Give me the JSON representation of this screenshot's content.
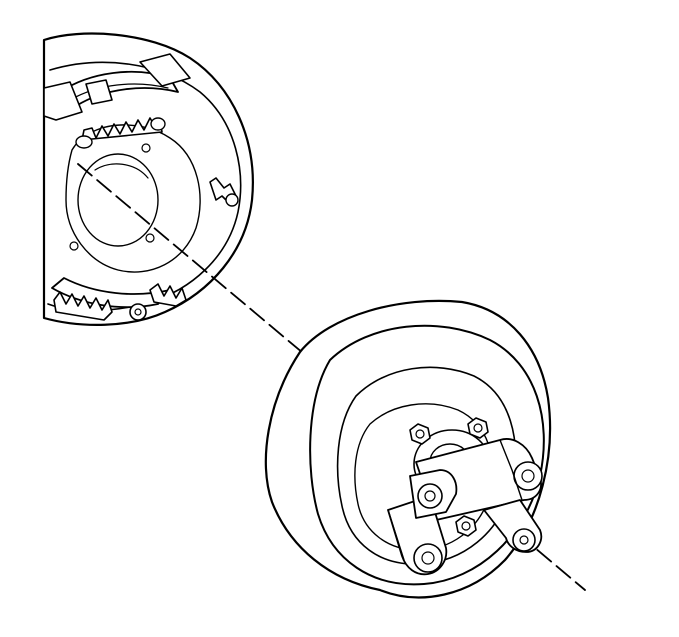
{
  "illustration": {
    "subject": "brake-drum-assembly-exploded-view",
    "components": [
      "brake-backing-plate-assembly",
      "brake-drum",
      "hub-with-lug-studs",
      "axle-centerline"
    ],
    "colors": {
      "ink": "#000000",
      "background": "#ffffff"
    }
  }
}
